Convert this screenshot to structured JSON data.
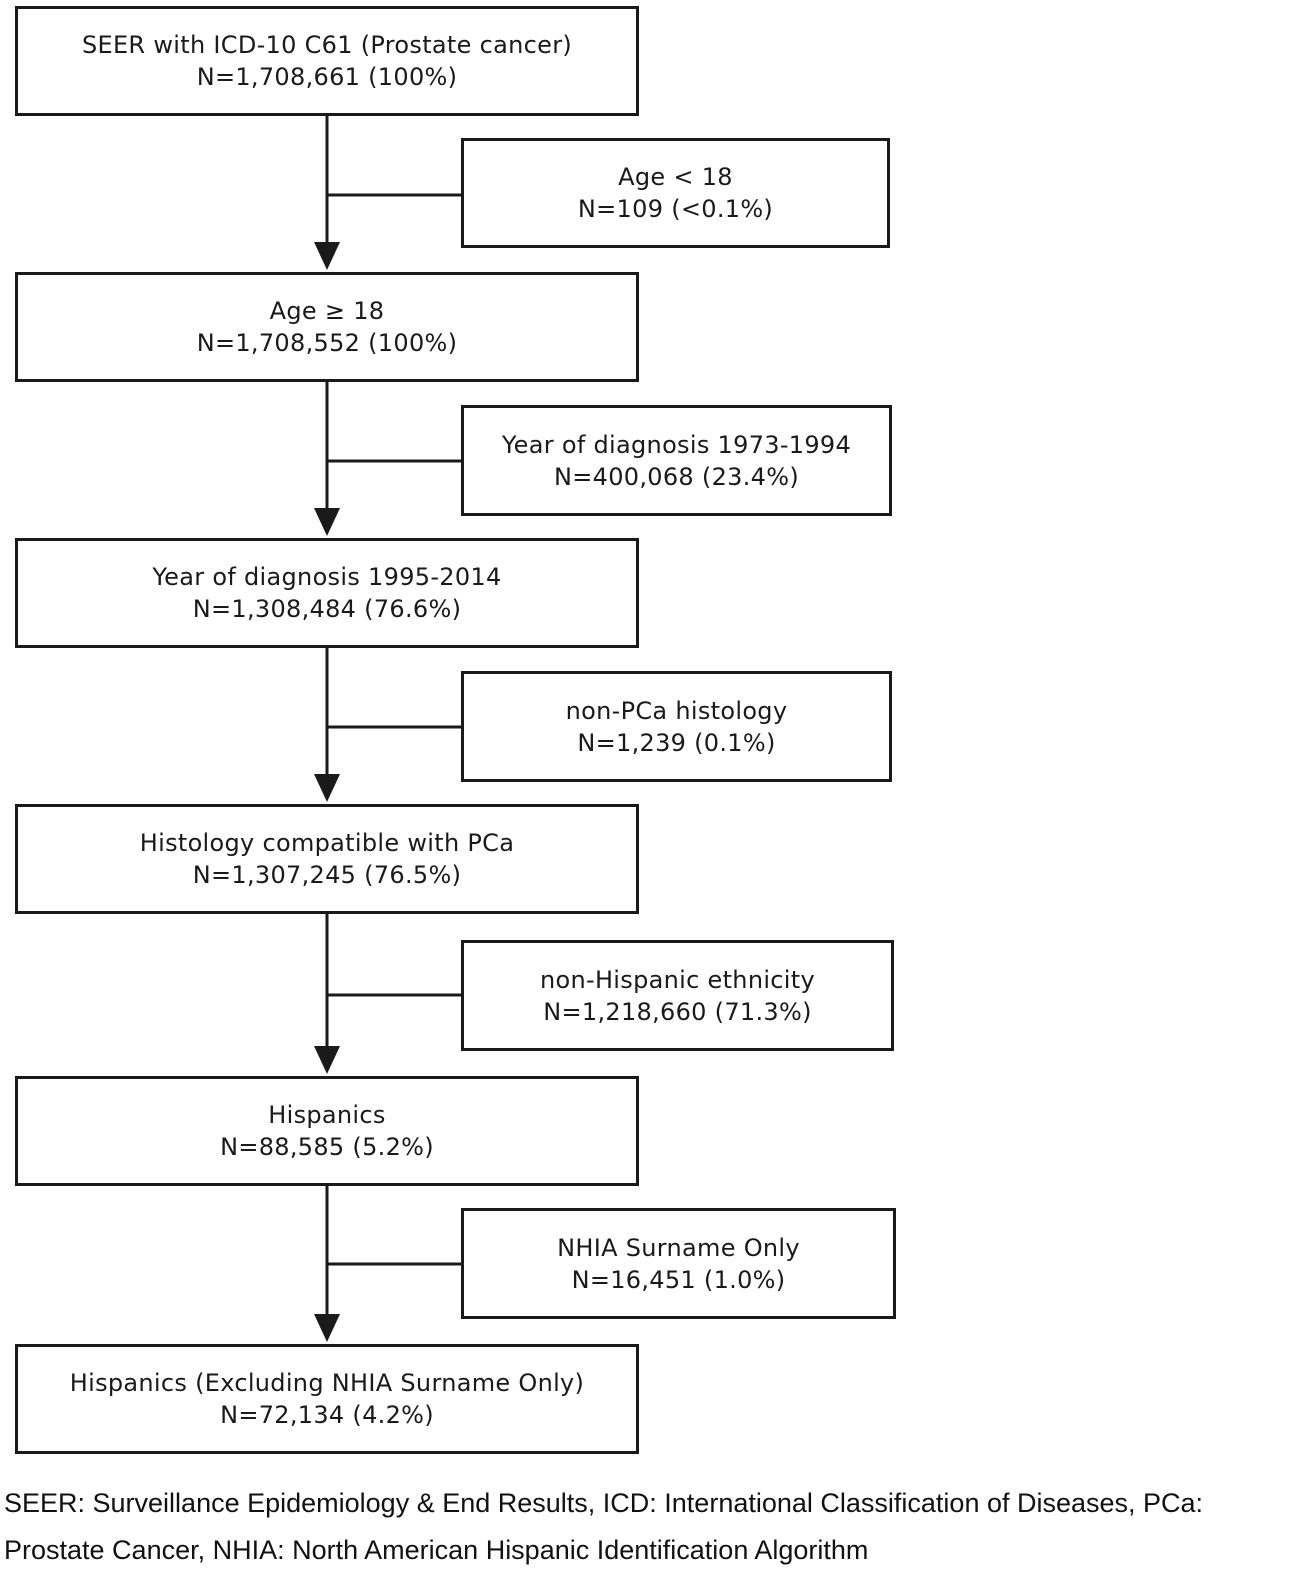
{
  "main_boxes": [
    {
      "label": "SEER with ICD-10 C61 (Prostate cancer)",
      "count": "N=1,708,661 (100%)"
    },
    {
      "label": "Age ≥ 18",
      "count": "N=1,708,552 (100%)"
    },
    {
      "label": "Year of diagnosis 1995-2014",
      "count": "N=1,308,484 (76.6%)"
    },
    {
      "label": "Histology compatible with PCa",
      "count": "N=1,307,245 (76.5%)"
    },
    {
      "label": "Hispanics",
      "count": "N=88,585 (5.2%)"
    },
    {
      "label": "Hispanics (Excluding NHIA Surname Only)",
      "count": "N=72,134 (4.2%)"
    }
  ],
  "exclusion_boxes": [
    {
      "label": "Age < 18",
      "count": "N=109 (<0.1%)"
    },
    {
      "label": "Year of diagnosis 1973-1994",
      "count": "N=400,068 (23.4%)"
    },
    {
      "label": "non-PCa histology",
      "count": "N=1,239 (0.1%)"
    },
    {
      "label": "non-Hispanic ethnicity",
      "count": "N=1,218,660 (71.3%)"
    },
    {
      "label": "NHIA Surname Only",
      "count": "N=16,451 (1.0%)"
    }
  ],
  "footnote": "SEER: Surveillance Epidemiology & End Results, ICD: International Classification of Diseases, PCa: Prostate Cancer, NHIA: North American Hispanic Identification Algorithm",
  "colors": {
    "line": "#1a1a1a",
    "background": "#ffffff"
  }
}
